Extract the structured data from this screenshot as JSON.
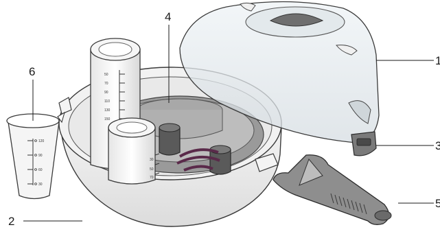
{
  "callouts": {
    "c1": "1",
    "c2": "2",
    "c3": "3",
    "c4": "4",
    "c5": "5",
    "c6": "6"
  },
  "measuring_cup": {
    "ticks": [
      "120",
      "90",
      "60",
      "30"
    ]
  },
  "bottle_tall": {
    "ticks": [
      "50",
      "70",
      "90",
      "110",
      "130",
      "150"
    ]
  },
  "bottle_short": {
    "ticks": [
      "30",
      "50",
      "70"
    ]
  },
  "colors": {
    "accent": "#5a2a4a",
    "outline": "#3a3a3a",
    "steam_plate": "#9a9a9a"
  }
}
